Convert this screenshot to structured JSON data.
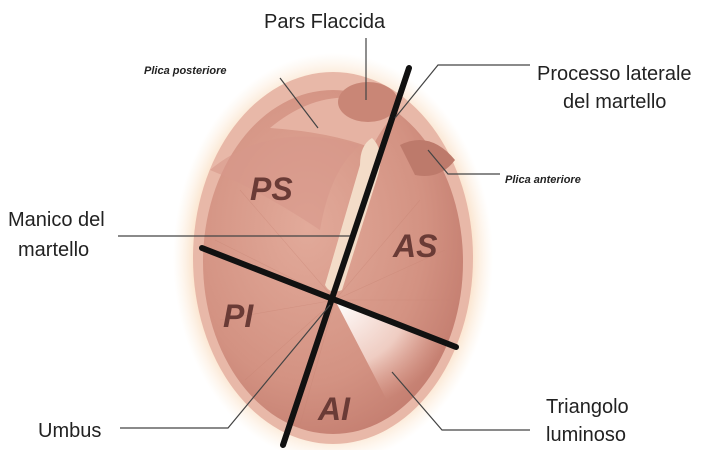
{
  "labels": {
    "pars_flaccida": "Pars Flaccida",
    "plica_posteriore": "Plica posteriore",
    "processo_line1": "Processo laterale",
    "processo_line2": "del martello",
    "plica_anteriore": "Plica anteriore",
    "manico_line1": "Manico del",
    "manico_line2": "martello",
    "umbus": "Umbus",
    "triangolo_line1": "Triangolo",
    "triangolo_line2": "luminoso"
  },
  "quadrants": {
    "ps": "PS",
    "as": "AS",
    "pi": "PI",
    "ai": "AI"
  },
  "colors": {
    "halo": "#f6c79a",
    "rim": "#e8b8a8",
    "membrane": "#d89a8a",
    "membrane_dark": "#c47e70",
    "axis_line": "#111111"
  }
}
